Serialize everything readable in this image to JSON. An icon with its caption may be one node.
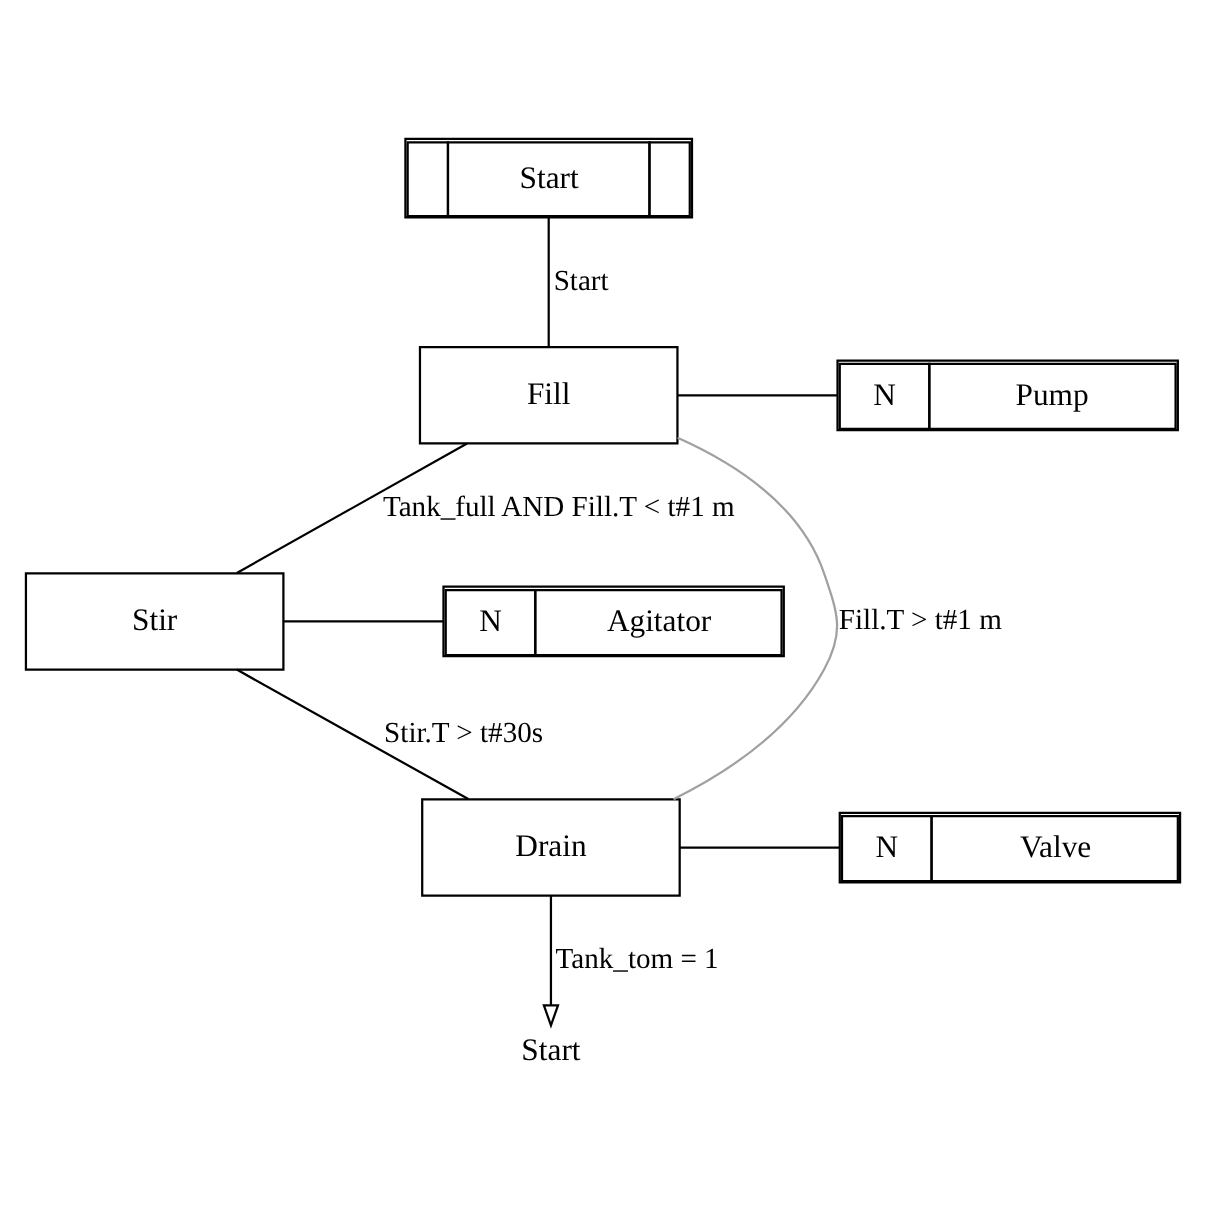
{
  "diagram": {
    "nodes": [
      {
        "text": [
          "Start"
        ]
      },
      {
        "text": [
          "Fill"
        ]
      },
      {
        "text": [
          "N",
          "Pump"
        ]
      },
      {
        "text": [
          "Stir"
        ]
      },
      {
        "text": [
          "N",
          "Agitator"
        ]
      },
      {
        "text": [
          "Drain"
        ]
      },
      {
        "text": [
          "N",
          "Valve"
        ]
      },
      {
        "text": [
          "Start"
        ]
      }
    ],
    "edges": [
      {
        "from": 0,
        "to": 1,
        "arrow": "none",
        "label": "Start"
      },
      {
        "from": 1,
        "to": 2,
        "arrow": "none"
      },
      {
        "from": 1,
        "to": 3,
        "arrow": "none",
        "label": "Tank_full AND Fill.T < t#1 m"
      },
      {
        "from": 1,
        "to": 5,
        "arrow": "none",
        "label": "Fill.T > t#1 m",
        "color": "#a0a0a0"
      },
      {
        "from": 3,
        "to": 4,
        "arrow": "none"
      },
      {
        "from": 3,
        "to": 5,
        "arrow": "none",
        "label": "Stir.T > t#30s"
      },
      {
        "from": 5,
        "to": 6,
        "arrow": "none"
      },
      {
        "from": 5,
        "to": 7,
        "arrow": "to",
        "label": "Tank_tom = 1"
      }
    ]
  }
}
